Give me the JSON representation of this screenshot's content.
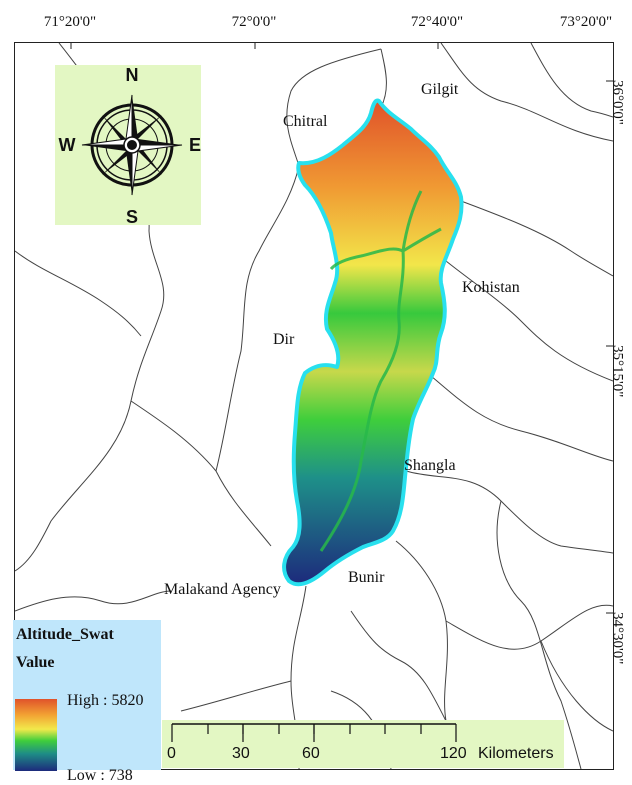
{
  "coordinates": {
    "top_longitudes": [
      "71°20'0\"",
      "72°0'0\"",
      "72°40'0\"",
      "73°20'0\""
    ],
    "right_latitudes": [
      "36°0'0\"",
      "35°15'0\"",
      "34°30'0\""
    ]
  },
  "places": {
    "chitral": "Chitral",
    "gilgit": "Gilgit",
    "kohistan": "Kohistan",
    "dir": "Dir",
    "shangla": "Shangla",
    "malakand": "Malakand Agency",
    "bunir": "Bunir"
  },
  "compass": {
    "north": "N",
    "south": "S",
    "east": "E",
    "west": "W"
  },
  "legend": {
    "title": "Altitude_Swat",
    "subtitle": "Value",
    "high": "High : 5820",
    "low": "Low : 738",
    "colors": [
      "#e0522a",
      "#f2a233",
      "#f2e94b",
      "#3fce3c",
      "#1e8d86",
      "#1d2a7c"
    ]
  },
  "scale_bar": {
    "ticks": [
      "0",
      "30",
      "60",
      "120"
    ],
    "unit": "Kilometers"
  },
  "colors": {
    "boundary_outline": "#28e0ee",
    "compass_background": "#e3f7c3",
    "legend_background": "#bfe6fb"
  }
}
